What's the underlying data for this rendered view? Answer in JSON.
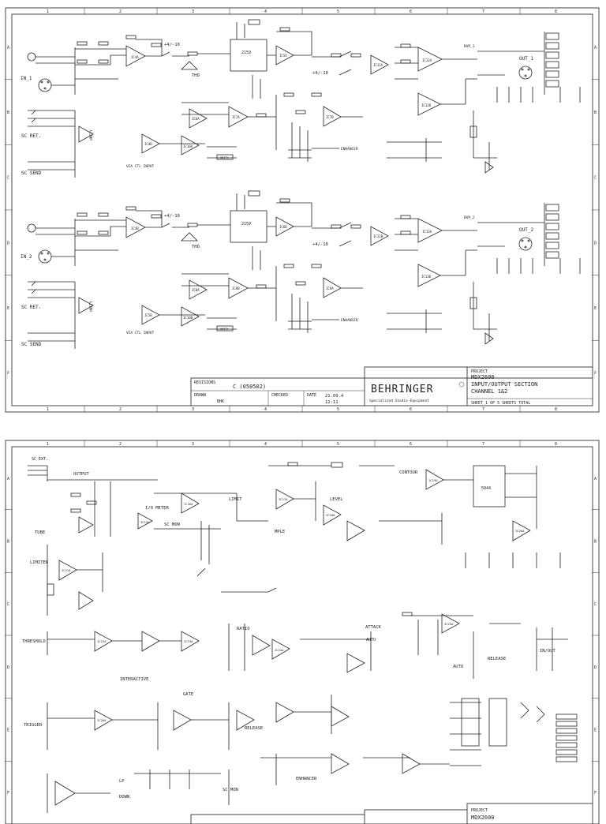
{
  "sheet1": {
    "column_ticks": [
      "1",
      "2",
      "3",
      "4",
      "5",
      "6",
      "7",
      "8"
    ],
    "row_ticks": [
      "A",
      "B",
      "C",
      "D",
      "E",
      "F"
    ],
    "channel1": {
      "input": "IN_1",
      "sc_return": "SC RET.",
      "sc_send": "SC SEND",
      "output": "OUT_1",
      "gain_switch": "+4/-10",
      "sw_label": "+4/-10",
      "thd": "THD",
      "unity": "UNITY",
      "vca_ctl": "VCA CTL INPUT",
      "enhancer": "ENHANCER",
      "ic_a": "IC4A",
      "ic_b": "IC4B",
      "ic_c": "IC5A",
      "ic_d": "IC6A",
      "ic_e": "IC7A",
      "ic_f": "IC7B",
      "ic_g": "IC10A",
      "ic_h": "IC11A",
      "ic_i": "IC12A",
      "ic_j": "IC12B",
      "vca": "2159",
      "bvp": "BVP_1"
    },
    "channel2": {
      "input": "IN_2",
      "sc_return": "SC RET.",
      "sc_send": "SC SEND",
      "output": "OUT_2",
      "gain_switch": "+4/-10",
      "sw_label": "+4/-10",
      "thd": "THD",
      "unity": "UNITY",
      "vca_ctl": "VCA CTL INPUT",
      "enhancer": "ENHANCER",
      "ic_a": "IC4B",
      "ic_b": "IC5B",
      "ic_c": "IC6B",
      "ic_d": "IC8A",
      "ic_e": "IC8B",
      "ic_f": "IC9A",
      "ic_g": "IC10B",
      "ic_h": "IC11B",
      "ic_i": "IC13A",
      "ic_j": "IC13B",
      "vca": "2159",
      "bvp": "BVP_2"
    },
    "title_block": {
      "revisions_label": "REVISIONS",
      "revision": "C (050502)",
      "drawn_label": "DRAWN",
      "drawn": "BHK",
      "checked_label": "CHECKED",
      "date_label": "DATE",
      "date": "21.09.4",
      "time": "12:11",
      "brand": "BEHRINGER",
      "tagline": "Specialized Studio Equipment",
      "project_label": "PROJECT",
      "project": "MDX2600",
      "section": "INPUT/OUTPUT SECTION",
      "channel": "CHANNEL 1&2",
      "sheet_info": "SHEET 1   OF 5   SHEETS TOTAL"
    }
  },
  "sheet2": {
    "column_ticks": [
      "1",
      "2",
      "3",
      "4",
      "5",
      "6",
      "7",
      "8"
    ],
    "row_ticks": [
      "A",
      "B",
      "C",
      "D",
      "E",
      "F"
    ],
    "labels": {
      "sc_ext": "SC EXT.",
      "output": "OUTPUT",
      "tube": "TUBE",
      "io_meter": "I/O METER",
      "sc_mon": "SC MON",
      "limit": "LIMIT",
      "level": "LEVEL",
      "contour": "CONTOUR",
      "limiter": "LIMITER",
      "threshold": "THRESHOLD",
      "ratio": "RATIO",
      "attack": "ATTACK",
      "release": "RELEASE",
      "auto": "AUTO",
      "interactive": "INTERACTIVE",
      "in_out": "IN/OUT",
      "gate": "GATE",
      "trigger": "TRIGGER",
      "release2": "RELEASE",
      "enhancer": "ENHANCER",
      "sc_mon2": "SC MON",
      "down": "DOWN",
      "lp": "LP",
      "mple": "MPLE",
      "ic_a": "IC15A",
      "ic_b": "IC16A",
      "ic_c": "IC17A",
      "ic_d": "IC18A",
      "ic_e": "IC19A",
      "ic_f": "IC20A",
      "ic_g": "IC21A",
      "ic_h": "IC22A",
      "ic_i": "IC23A",
      "ic_j": "IC24A",
      "ic_k": "IC25A",
      "ic_l": "IC26A",
      "chip": "5044"
    },
    "title_block": {
      "project_label": "PROJECT",
      "project": "MDX2600"
    }
  }
}
